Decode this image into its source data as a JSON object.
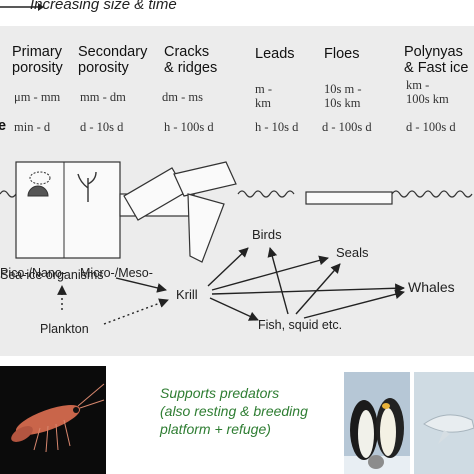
{
  "header": {
    "title": "Increasing size & time"
  },
  "columns": [
    {
      "name_line1": "Primary",
      "name_line2": "porosity",
      "size": "μm - mm",
      "time": "min - d"
    },
    {
      "name_line1": "Secondary",
      "name_line2": "porosity",
      "size": "mm - dm",
      "time": "d - 10s d"
    },
    {
      "name_line1": "Cracks",
      "name_line2": "& ridges",
      "size": "dm - ms",
      "time": "h - 100s d"
    },
    {
      "name_line1": "Leads",
      "name_line2": "",
      "size_line1": "m -",
      "size_line2": "km",
      "time": "h - 10s d"
    },
    {
      "name_line1": "Floes",
      "name_line2": "",
      "size_line1": "10s m -",
      "size_line2": "10s km",
      "time": "d - 100s d"
    },
    {
      "name_line1": "Polynyas",
      "name_line2": "& Fast ice",
      "size_line1": "km -",
      "size_line2": "100s km",
      "time": "d - 100s d"
    }
  ],
  "row_marker": "e",
  "labels": {
    "pico_nano": "Pico-/Nano-",
    "micro_meso": "Micro-/Meso-",
    "sea_ice_organisms": "Sea-ice organisms",
    "plankton": "Plankton",
    "krill": "Krill",
    "birds": "Birds",
    "seals": "Seals",
    "whales": "Whales",
    "fish": "Fish, squid etc."
  },
  "caption": {
    "line1": "Supports predators",
    "line2": "(also resting & breeding",
    "line3": "platform + refuge)"
  },
  "colors": {
    "panel_bg": "#ececec",
    "caption_green": "#2e7d32",
    "arrow": "#222222"
  }
}
